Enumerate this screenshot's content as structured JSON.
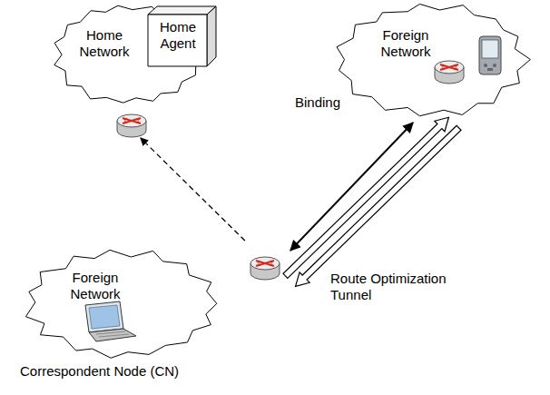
{
  "diagram": {
    "nodes": [
      {
        "text": [
          "Home Network"
        ]
      },
      {
        "text": [
          "Home Agent"
        ],
        "in": 0
      },
      {
        "text": [
          "Foreign Network"
        ]
      },
      {
        "text": [
          "Foreign Network"
        ]
      }
    ],
    "edges": [
      {
        "from": 3,
        "to": 0,
        "arrow": "to"
      },
      {
        "from": 3,
        "to": 2,
        "arrow": "both",
        "label": "Binding"
      },
      {
        "from": 3,
        "to": 2,
        "arrow": "both",
        "label": "Route Optimization Tunnel"
      }
    ],
    "labels": [
      "Correspondent Node (CN)"
    ]
  }
}
